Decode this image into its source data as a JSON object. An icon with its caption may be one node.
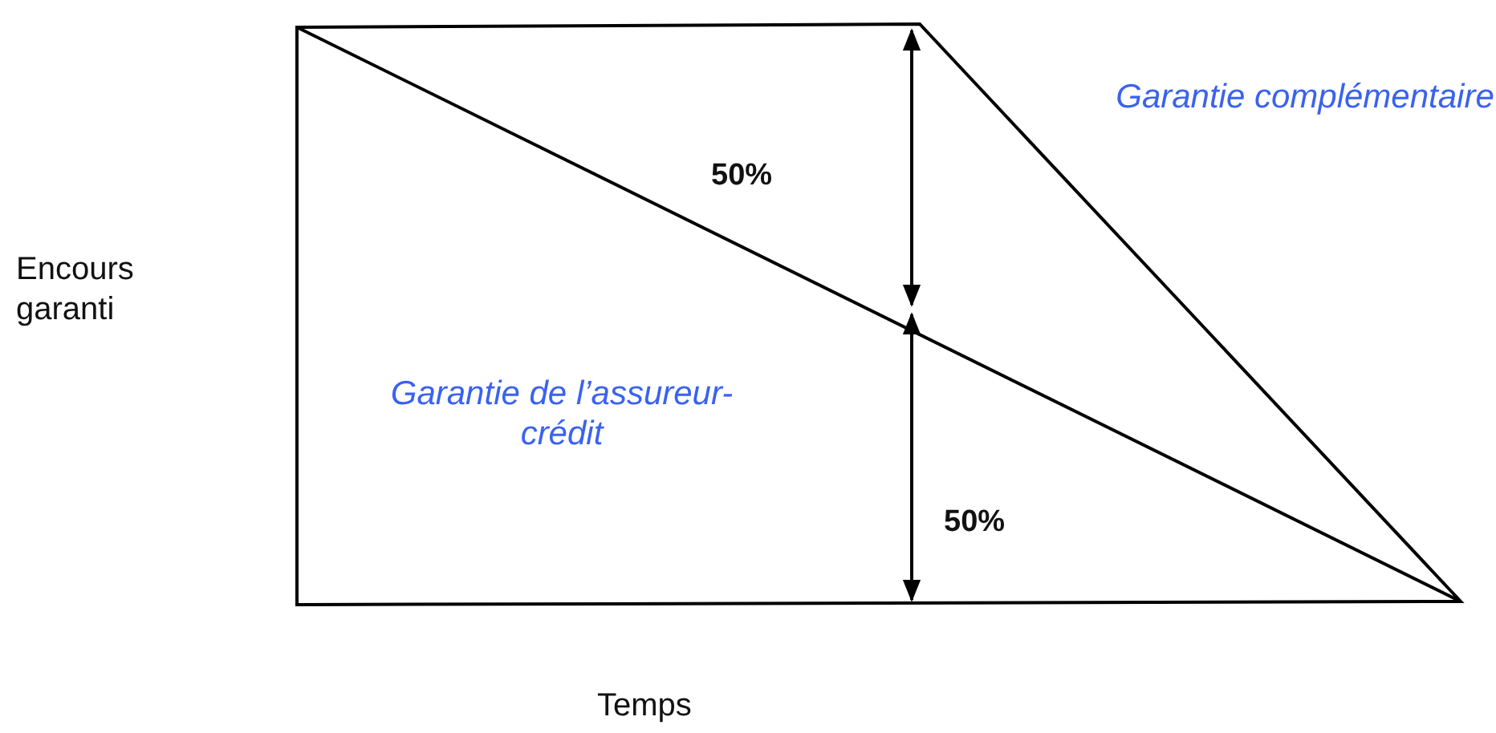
{
  "diagram": {
    "labels": [
      "Garantie complémentaire",
      "50%",
      "Encours garanti",
      "Garantie de l’assureur-crédit",
      "50%",
      "Temps"
    ]
  }
}
